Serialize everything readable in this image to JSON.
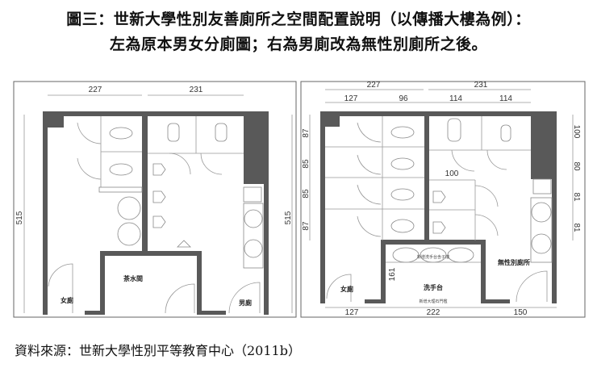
{
  "title": {
    "line1": "圖三：世新大學性別友善廁所之空間配置說明（以傳播大樓為例）：",
    "line2": "左為原本男女分廁圖；右為男廁改為無性別廁所之後。"
  },
  "left_plan": {
    "dims": {
      "top_left": "227",
      "top_right": "231",
      "left_height": "515",
      "right_height": "515"
    },
    "labels": {
      "women": "女廁",
      "men": "男廁",
      "pantry": "茶水間"
    }
  },
  "right_plan": {
    "dims": {
      "top_left": "227",
      "top_right": "231",
      "top_row2": [
        "127",
        "96",
        "114",
        "114"
      ],
      "left_side": [
        "87",
        "85",
        "85",
        "87"
      ],
      "right_side": [
        "100",
        "80",
        "81",
        "81"
      ],
      "bottom": [
        "127",
        "222",
        "150"
      ],
      "inner_width": "100",
      "sink_depth": "161"
    },
    "labels": {
      "women": "女廁",
      "sink": "洗手台",
      "gender_neutral": "無性別廁所",
      "note_sinks": "新增洗手台含子擋",
      "note_threshold": "新增大理石門檻"
    }
  },
  "caption": "資料來源：世新大學性別平等教育中心（2011b）"
}
